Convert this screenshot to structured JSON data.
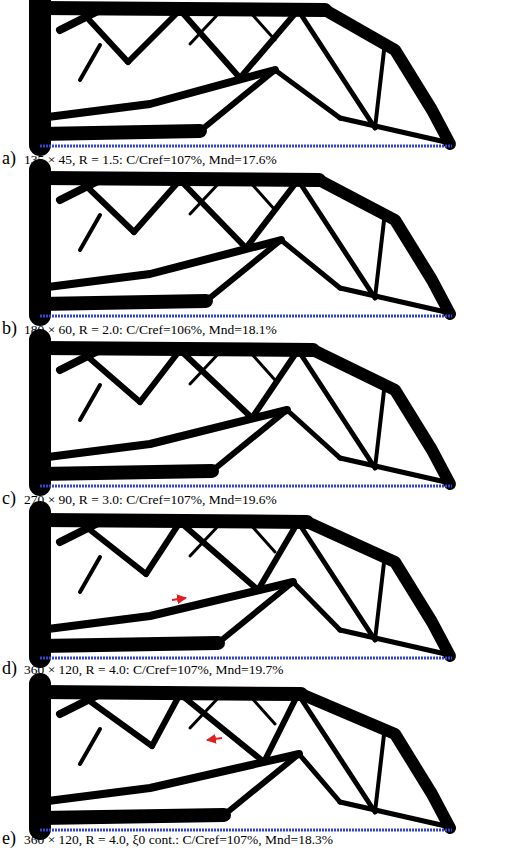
{
  "diagram": {
    "labels": [
      "a)",
      "135 × 45, R = 1.5: C/Cref=107%, Mnd=17.6%",
      "b)",
      "180 × 60, R = 2.0: C/Cref=106%, Mnd=18.1%",
      "c)",
      "270 × 90, R = 3.0: C/Cref=107%, Mnd=19.6%",
      "d)",
      "360 × 120, R = 4.0: C/Cref=107%, Mnd=19.7%",
      "e)",
      "360 × 120, R = 4.0, ξ0 cont.: C/Cref=107%, Mnd=18.3%"
    ]
  }
}
